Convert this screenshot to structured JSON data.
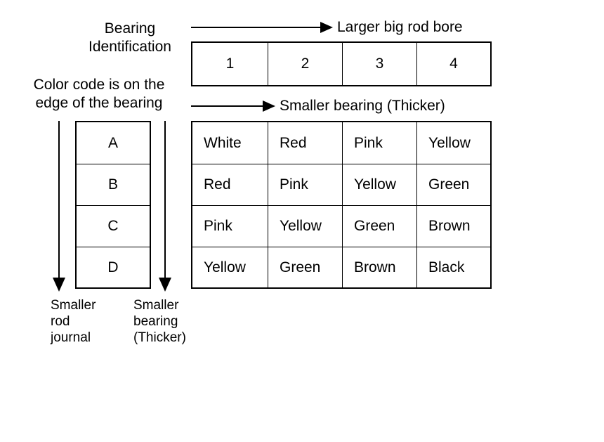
{
  "diagram": {
    "title_texts": {
      "bearing_identification": "Bearing\nIdentification",
      "color_code_note": "Color code is on the\nedge of the bearing"
    },
    "arrow_captions": {
      "larger_big_rod_bore": "Larger big rod bore",
      "smaller_bearing_thicker": "Smaller bearing (Thicker)"
    },
    "foot_labels": {
      "smaller_rod_journal": "Smaller\nrod\njournal",
      "smaller_bearing_thicker": "Smaller\nbearing\n(Thicker)"
    },
    "number_row": {
      "label": "Bearing Identification numbers",
      "cells": [
        "1",
        "2",
        "3",
        "4"
      ]
    },
    "letter_column": {
      "label": "Rod journal grade letters",
      "cells": [
        "A",
        "B",
        "C",
        "D"
      ]
    },
    "color_table": {
      "label": "Bearing color code matrix",
      "rows": [
        [
          "White",
          "Red",
          "Pink",
          "Yellow"
        ],
        [
          "Red",
          "Pink",
          "Yellow",
          "Green"
        ],
        [
          "Pink",
          "Yellow",
          "Green",
          "Brown"
        ],
        [
          "Yellow",
          "Green",
          "Brown",
          "Black"
        ]
      ]
    },
    "colors": {
      "stroke": "#000000",
      "background": "#ffffff"
    }
  }
}
